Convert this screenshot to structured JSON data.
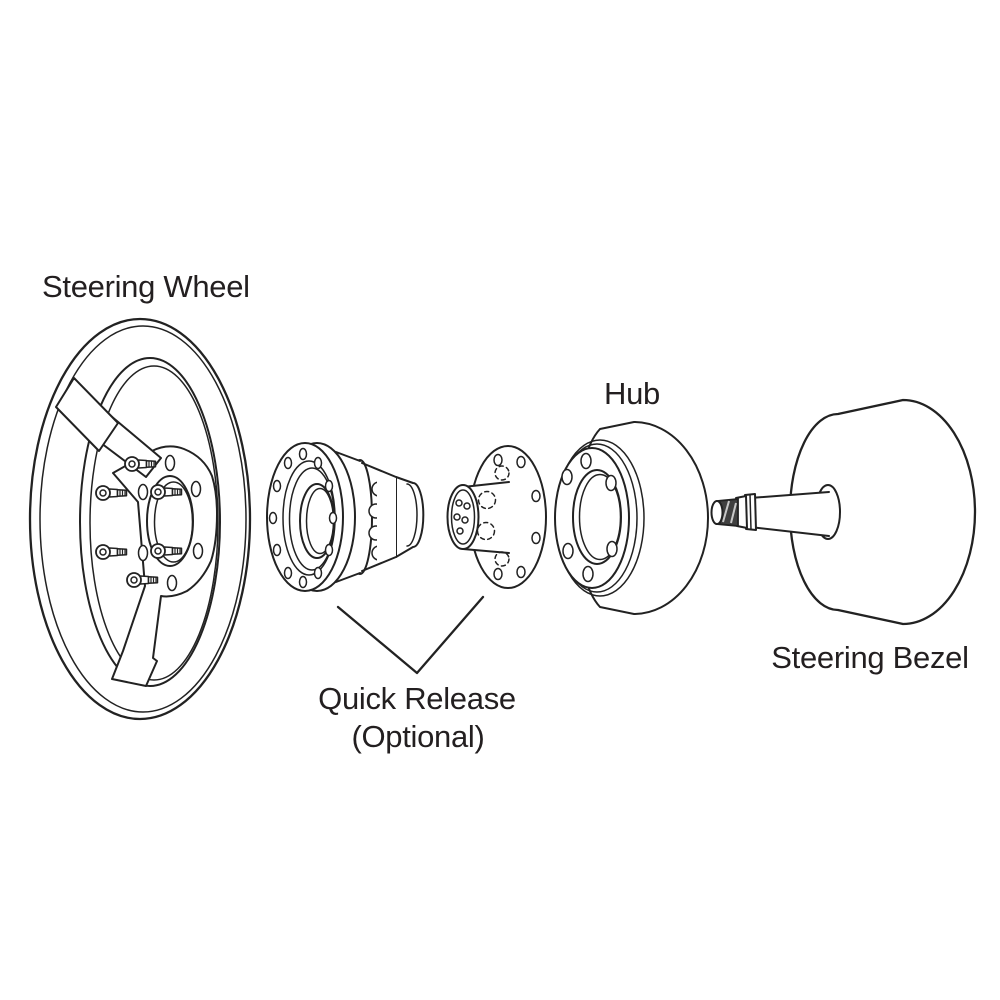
{
  "labels": {
    "steering_wheel": "Steering Wheel",
    "hub": "Hub",
    "quick_release": "Quick Release",
    "quick_release_optional": "(Optional)",
    "steering_bezel": "Steering Bezel"
  },
  "colors": {
    "background": "#ffffff",
    "line": "#222222",
    "text": "#231f20",
    "shaft_tip_fill": "#404040"
  }
}
